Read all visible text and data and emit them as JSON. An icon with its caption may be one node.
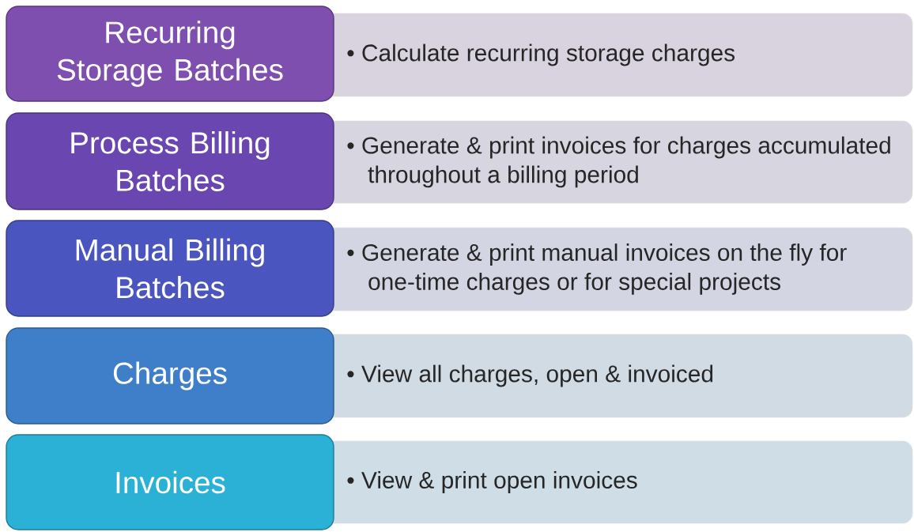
{
  "diagram": {
    "nodes": [
      {
        "text": [
          "Recurring Storage Batches"
        ]
      },
      {
        "text": [
          "• Calculate recurring storage charges"
        ]
      },
      {
        "text": [
          "Process Billing Batches"
        ]
      },
      {
        "text": [
          "• Generate & print invoices for charges accumulated throughout a billing period"
        ]
      },
      {
        "text": [
          "Manual Billing Batches"
        ]
      },
      {
        "text": [
          "• Generate & print manual invoices on the fly for one-time charges or for special projects"
        ]
      },
      {
        "text": [
          "Charges"
        ]
      },
      {
        "text": [
          "• View all charges, open & invoiced"
        ]
      },
      {
        "text": [
          "Invoices"
        ]
      },
      {
        "text": [
          "• View & print open invoices"
        ]
      }
    ]
  }
}
